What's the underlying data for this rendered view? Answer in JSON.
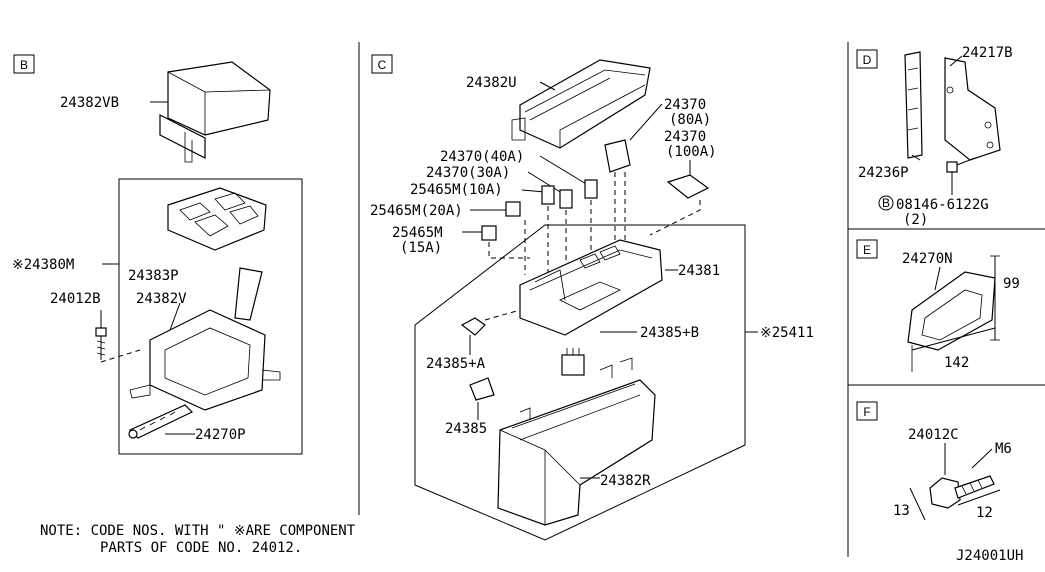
{
  "sections": {
    "b": "B",
    "c": "C",
    "d": "D",
    "e": "E",
    "f": "F"
  },
  "parts_b": {
    "p24382vb": "24382VB",
    "p24380m": "※24380M",
    "p24383p": "24383P",
    "p24012b": "24012B",
    "p24382v": "24382V",
    "p24270p": "24270P"
  },
  "parts_c": {
    "p24382u": "24382U",
    "p24370_80": "24370",
    "p24370_80_amp": "(80A)",
    "p24370_100": "24370",
    "p24370_100_amp": "(100A)",
    "p24370_40": "24370(40A)",
    "p24370_30": "24370(30A)",
    "p25465m_10": "25465M(10A)",
    "p25465m_20": "25465M(20A)",
    "p25465m_15": "25465M",
    "p25465m_15_amp": "(15A)",
    "p24381": "24381",
    "p24385b": "24385+B",
    "p25411": "※25411",
    "p24385a": "24385+A",
    "p24385": "24385",
    "p24382r": "24382R"
  },
  "parts_d": {
    "p24217b": "24217B",
    "p24236p": "24236P",
    "bolt_circle": "B",
    "bolt_code": "08146-6122G",
    "bolt_qty": "(2)"
  },
  "parts_e": {
    "p24270n": "24270N",
    "dim_h": "99",
    "dim_w": "142"
  },
  "parts_f": {
    "p24012c": "24012C",
    "thread": "M6",
    "dim_a": "13",
    "dim_b": "12"
  },
  "note": {
    "line1": "NOTE: CODE NOS. WITH \"  ※ARE COMPONENT",
    "line2": "PARTS OF CODE NO. 24012."
  },
  "figure_id": "J24001UH"
}
